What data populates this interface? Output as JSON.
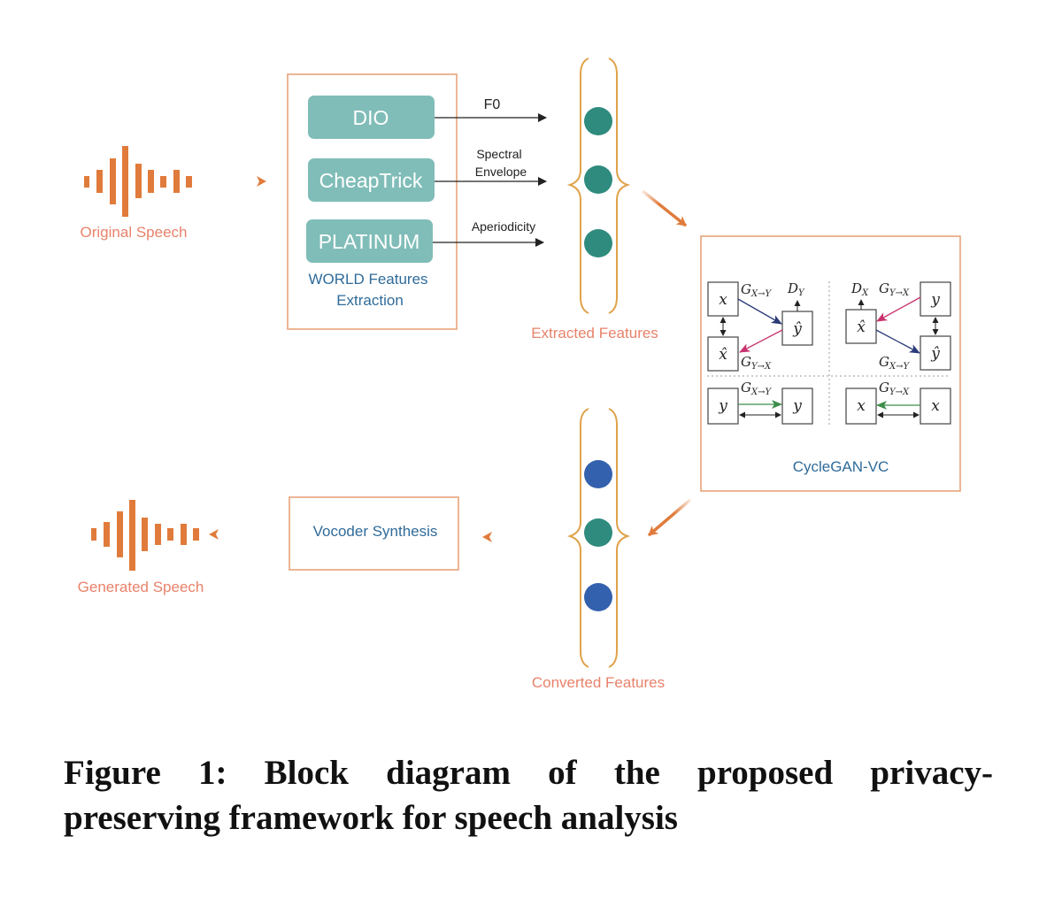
{
  "input": {
    "label": "Original Speech"
  },
  "world": {
    "modules": [
      "DIO",
      "CheapTrick",
      "PLATINUM"
    ],
    "title_line1": "WORLD Features",
    "title_line2": "Extraction",
    "outputs": [
      {
        "lines": [
          "F0"
        ]
      },
      {
        "lines": [
          "Spectral",
          "Envelope"
        ]
      },
      {
        "lines": [
          "Aperiodicity"
        ]
      }
    ]
  },
  "extracted": {
    "label": "Extracted Features",
    "dots": [
      "teal",
      "teal",
      "teal"
    ]
  },
  "cyclegan": {
    "label": "CycleGAN-VC",
    "math": {
      "x": "x",
      "y": "y",
      "x_hat": "x̂",
      "y_hat": "ŷ",
      "G": "G",
      "D": "D",
      "sub_xy": "X→Y",
      "sub_yx": "Y→X",
      "sub_x": "X",
      "sub_y": "Y"
    }
  },
  "converted": {
    "label": "Converted Features",
    "dots": [
      "blue",
      "teal",
      "blue"
    ]
  },
  "vocoder": {
    "label": "Vocoder Synthesis"
  },
  "output": {
    "label": "Generated Speech"
  },
  "colors": {
    "orange": "#e07b3c",
    "orange_text": "#e8826a",
    "teal_box": "#80bdb8",
    "teal_dot": "#2e8b7e",
    "blue_dot": "#3461ad",
    "brace": "#e0a24a",
    "blue_text": "#2f6b9a",
    "navy_arrow": "#2a3a78",
    "pink_arrow": "#c8326e",
    "green_arrow": "#3d8d4a"
  },
  "caption": {
    "line1": "Figure 1: Block diagram of the proposed privacy-",
    "line2": "preserving framework for speech analysis"
  }
}
